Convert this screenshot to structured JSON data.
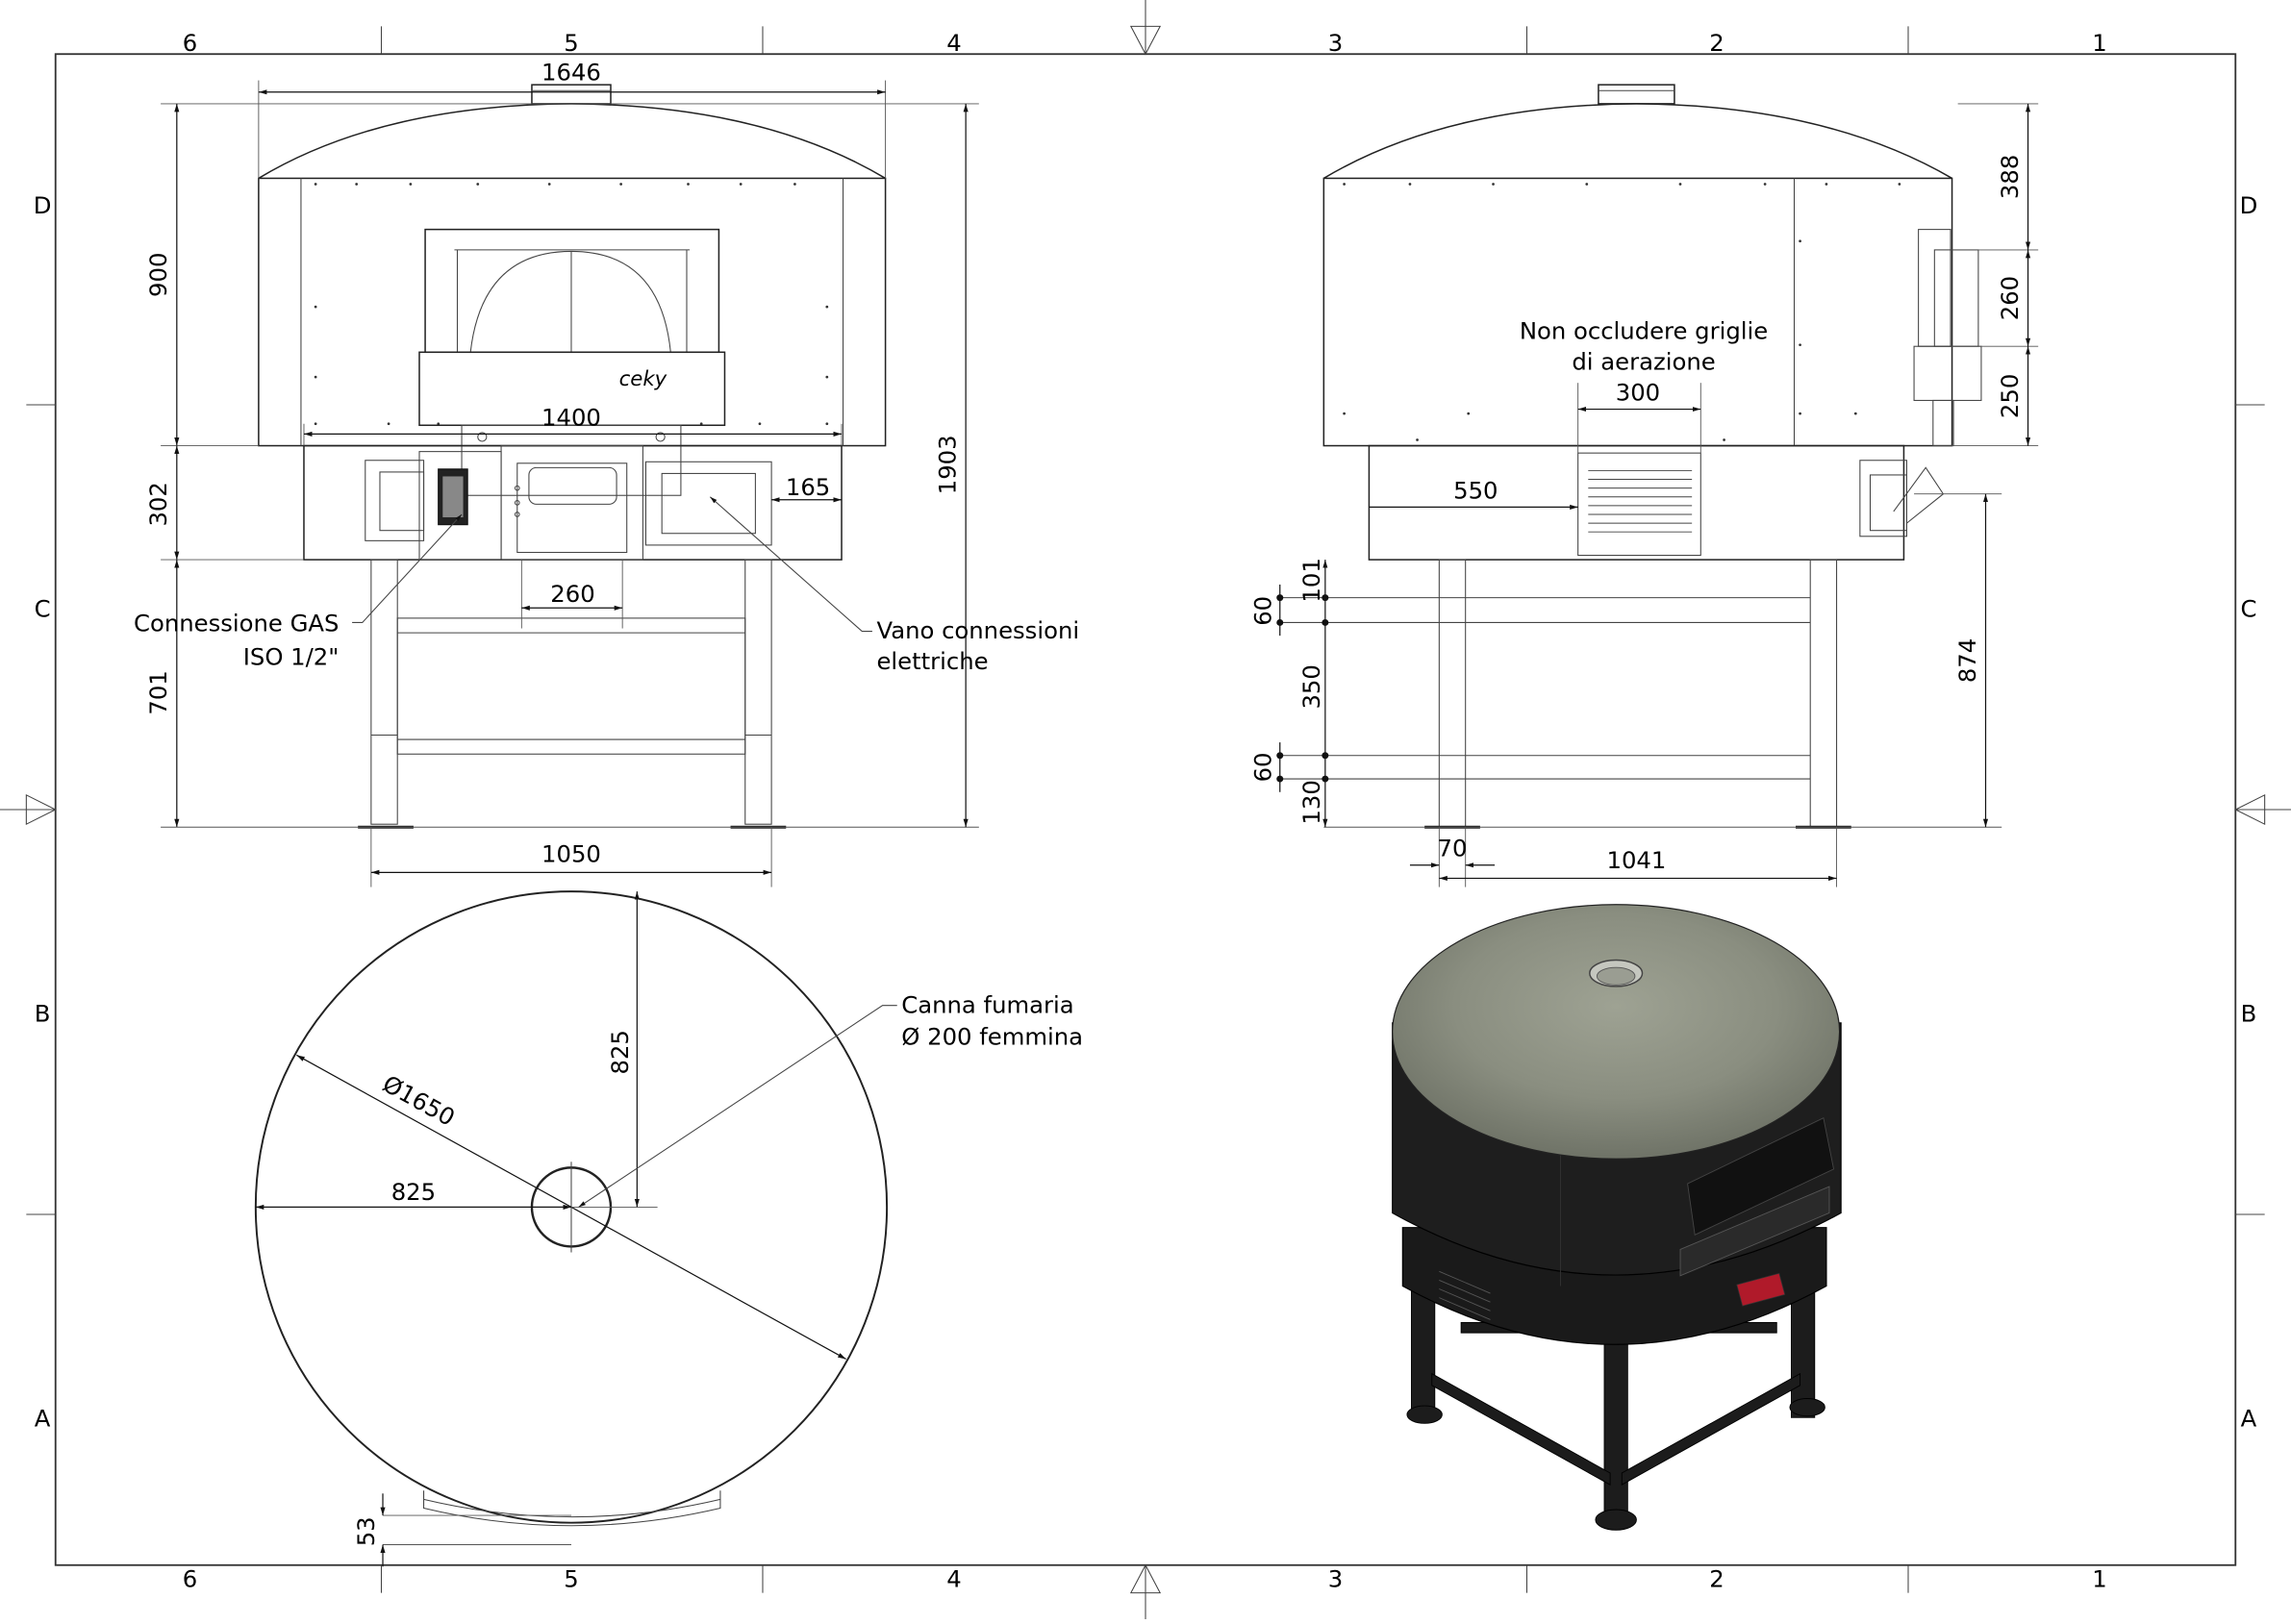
{
  "sheet": {
    "column_zones_top": [
      "6",
      "5",
      "4",
      "3",
      "2",
      "1"
    ],
    "column_zones_bottom": [
      "6",
      "5",
      "4",
      "3",
      "2",
      "1"
    ],
    "row_zones_left": [
      "D",
      "C",
      "B",
      "A"
    ],
    "row_zones_right": [
      "D",
      "C",
      "B",
      "A"
    ]
  },
  "front_view": {
    "brand_logo": "ceky",
    "dimensions": {
      "overall_width": "1646",
      "dome_body_height": "900",
      "overall_height": "1903",
      "inner_width": "1400",
      "base_height": "302",
      "panel_margin": "165",
      "door_opening": "260",
      "stand_height": "701",
      "leg_spacing": "1050"
    },
    "callouts": {
      "gas_line1": "Connessione GAS",
      "gas_line2": "ISO 1/2\"",
      "electric_line1": "Vano connessioni",
      "electric_line2": "elettriche"
    }
  },
  "side_view": {
    "dimensions": {
      "dome_height": "388",
      "chimney_section": "260",
      "lower_section": "250",
      "vent_offset": "550",
      "vent_width": "300",
      "stand_top": "101",
      "rail_upper": "60",
      "rail_gap": "350",
      "rail_lower": "60",
      "foot_clearance": "130",
      "panel_height": "874",
      "leg_width": "70",
      "leg_depth": "1041"
    },
    "callouts": {
      "vent_line1": "Non occludere griglie",
      "vent_line2": "di aerazione"
    }
  },
  "top_view": {
    "dimensions": {
      "diameter": "Ø1650",
      "radius_horizontal": "825",
      "radius_vertical": "825",
      "door_protrusion": "53"
    },
    "callouts": {
      "flue_line1": "Canna fumaria",
      "flue_line2": "Ø 200 femmina"
    }
  },
  "iso_view": {
    "dome_color": "#8a8e80",
    "body_color": "#1e1e1e",
    "control_panel_color": "#b01a2a"
  }
}
